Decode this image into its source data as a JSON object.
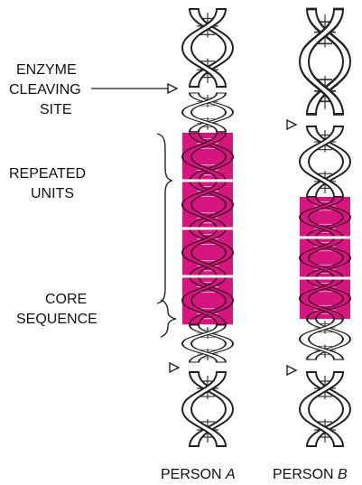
{
  "labels": {
    "enzyme_line1": "ENZYME",
    "enzyme_line2": "CLEAVING",
    "enzyme_line3": "SITE",
    "repeated_line1": "REPEATED",
    "repeated_line2": "UNITS",
    "core_line1": "CORE",
    "core_line2": "SEQUENCE",
    "person_a": "PERSON ",
    "person_a_letter": "A",
    "person_b": "PERSON ",
    "person_b_letter": "B"
  },
  "colors": {
    "highlight": "#d6157e",
    "outline": "#222222",
    "background": "#ffffff"
  }
}
